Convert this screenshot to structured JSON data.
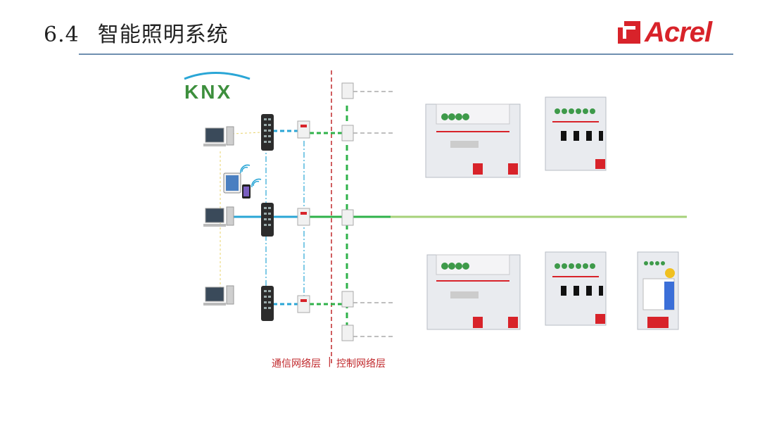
{
  "slide": {
    "section_number": "6.4",
    "title": "智能照明系统"
  },
  "logo": {
    "text": "Acrel",
    "color": "#d8232a"
  },
  "knx_logo": {
    "text": "KNX"
  },
  "diagram": {
    "comm_layer_label": "通信网络层",
    "control_layer_label": "控制网络层",
    "colors": {
      "cyan_link": "#2aa6d6",
      "green_bus": "#2fb24a",
      "light_green_line": "#a6d27a",
      "divider": "#c0282c",
      "gray_dash": "#aaaaaa",
      "module_red": "#d8232a"
    }
  }
}
